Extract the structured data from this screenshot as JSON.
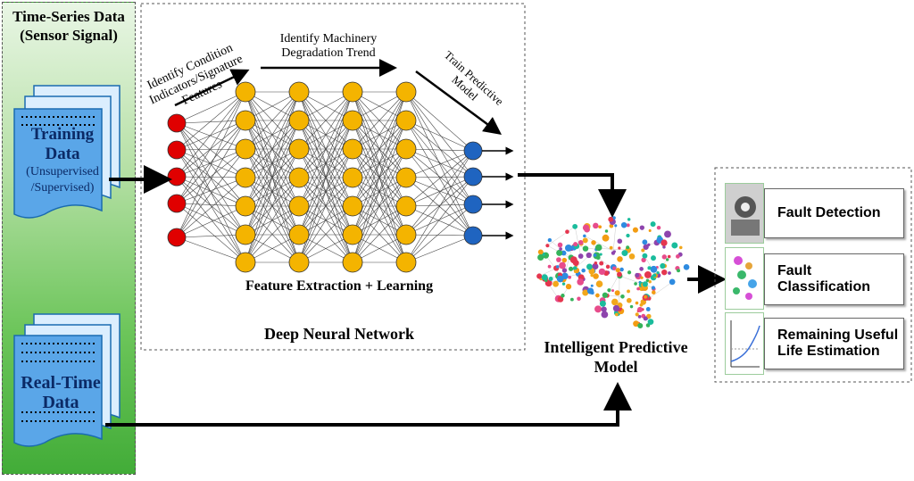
{
  "sidebar": {
    "title_line1": "Time-Series Data",
    "title_line2": "(Sensor Signal)",
    "training": {
      "title_line1": "Training",
      "title_line2": "Data",
      "sub_line1": "(Unsupervised",
      "sub_line2": "/Supervised)"
    },
    "realtime": {
      "title_line1": "Real-Time",
      "title_line2": "Data"
    }
  },
  "network": {
    "label_condition": "Identify Condition Indicators/Signature Features",
    "label_degradation": "Identify Machinery Degradation Trend",
    "label_train": "Train Predictive Model",
    "caption_feature": "Feature Extraction + Learning",
    "caption_dnn": "Deep Neural Network",
    "colors": {
      "input": "#e00000",
      "hidden": "#f4b400",
      "output": "#1f64c0"
    }
  },
  "model": {
    "caption_line1": "Intelligent Predictive",
    "caption_line2": "Model"
  },
  "outputs": {
    "fault_detection": "Fault Detection",
    "fault_classification_line1": "Fault",
    "fault_classification_line2": "Classification",
    "rul_line1": "Remaining Useful",
    "rul_line2": "Life Estimation"
  }
}
